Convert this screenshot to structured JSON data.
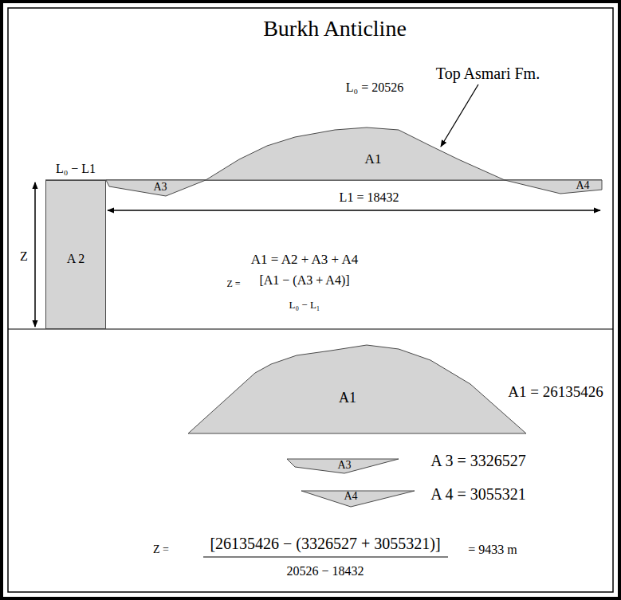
{
  "diagram": {
    "title": "Burkh Anticline",
    "nodes": [
      {
        "text": [
          "A1"
        ]
      },
      {
        "text": [
          "A3"
        ]
      },
      {
        "text": [
          "A4"
        ]
      },
      {
        "text": [
          "A 2"
        ]
      },
      {
        "text": [
          "A1"
        ]
      },
      {
        "text": [
          "A3"
        ]
      },
      {
        "text": [
          "A4"
        ]
      }
    ],
    "labels": [
      "Top Asmari Fm.",
      "L₀ = 20526",
      "L₀ − L1",
      "L1 = 18432",
      "Z",
      "A1 = A2 + A3 + A4",
      "Z =",
      "[A1 − (A3 + A4)]",
      "L₀ − L₁",
      "A1 = 26135426",
      "A 3 = 3326527",
      "A 4 = 3055321",
      "Z =",
      "[26135426 − (3326527 + 3055321)]",
      "20526 − 18432",
      "= 9433 m"
    ]
  }
}
